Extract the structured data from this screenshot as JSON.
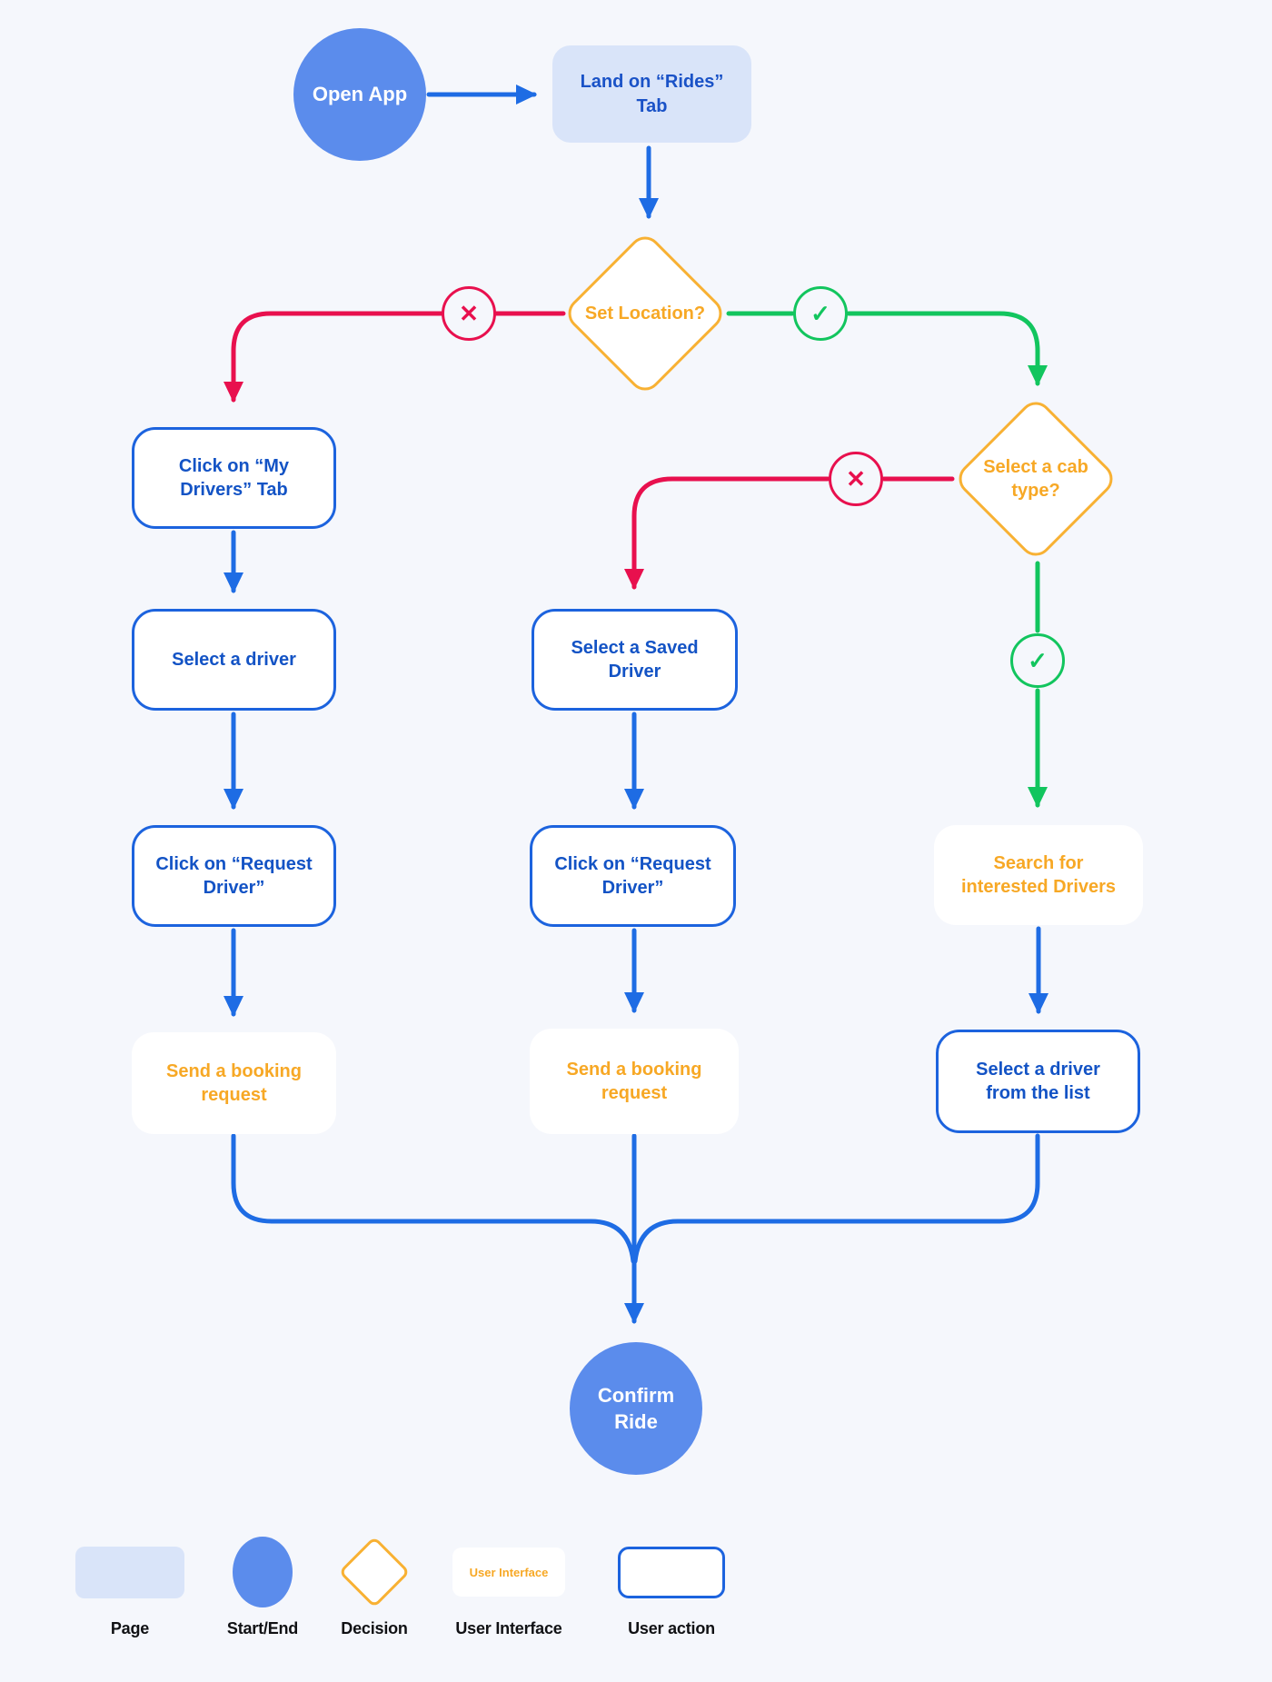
{
  "colors": {
    "background": "#f5f7fc",
    "line_blue": "#1e6ce4",
    "node_text_blue": "#1353c5",
    "node_border_blue": "#1c63de",
    "start_end_fill": "#5b8cec",
    "page_fill": "#d9e4f9",
    "orange": "#f7a825",
    "orange_border": "#f8b133",
    "red": "#e8104e",
    "green": "#12c55e"
  },
  "icons": {
    "cross": "✕",
    "check": "✓"
  },
  "nodes": {
    "start": {
      "label": "Open App"
    },
    "land_rides": {
      "label": "Land on “Rides” Tab"
    },
    "set_location": {
      "label": "Set Location?"
    },
    "cab_type": {
      "label": "Select a cab type?"
    },
    "my_drivers": {
      "label": "Click on “My Drivers” Tab"
    },
    "select_driver": {
      "label": "Select a driver"
    },
    "request_driver_left": {
      "label": "Click on “Request Driver”"
    },
    "saved_driver": {
      "label": "Select a Saved Driver"
    },
    "request_driver_mid": {
      "label": "Click on “Request Driver”"
    },
    "search_drivers": {
      "label": "Search for interested Drivers"
    },
    "booking_left": {
      "label": "Send a booking request"
    },
    "booking_mid": {
      "label": "Send a booking request"
    },
    "select_from_list": {
      "label": "Select a driver from the list"
    },
    "confirm": {
      "label": "Confirm Ride"
    }
  },
  "legend": {
    "items": [
      {
        "label": "Page"
      },
      {
        "label": "Start/End"
      },
      {
        "label": "Decision"
      },
      {
        "label": "User Interface",
        "swatch_text": "User Interface"
      },
      {
        "label": "User action"
      }
    ]
  }
}
